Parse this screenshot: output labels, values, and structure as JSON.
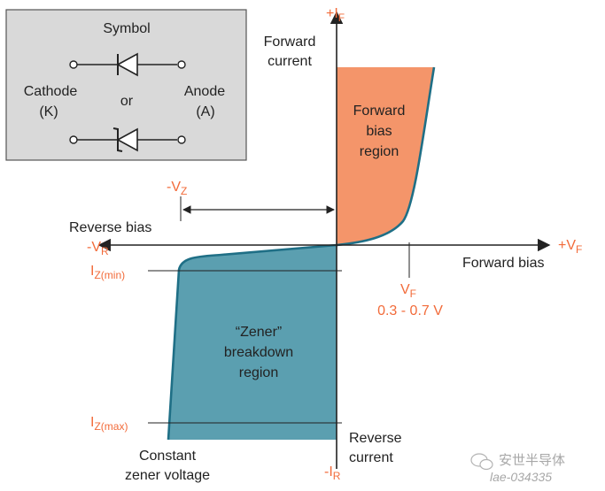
{
  "symbol_box": {
    "title": "Symbol",
    "cathode": "Cathode",
    "cathode_k": "(K)",
    "or": "or",
    "anode": "Anode",
    "anode_a": "(A)"
  },
  "axes": {
    "pos_y_prefix": "+I",
    "pos_y_sub": "F",
    "forward_current_1": "Forward",
    "forward_current_2": "current",
    "pos_x_prefix": "+V",
    "pos_x_sub": "F",
    "forward_bias": "Forward bias",
    "neg_x_prefix": "-V",
    "neg_x_sub": "R",
    "reverse_bias": "Reverse bias",
    "neg_y_prefix": "-I",
    "neg_y_sub": "R",
    "reverse_current_1": "Reverse",
    "reverse_current_2": "current"
  },
  "labels": {
    "vz_prefix": "-V",
    "vz_sub": "Z",
    "izmin_prefix": "I",
    "izmin_sub": "Z(min)",
    "izmax_prefix": "I",
    "izmax_sub": "Z(max)",
    "vf_prefix": "V",
    "vf_sub": "F",
    "vf_range": "0.3 - 0.7 V",
    "forward_region_1": "Forward",
    "forward_region_2": "bias",
    "forward_region_3": "region",
    "zener_region_1": "“Zener”",
    "zener_region_2": "breakdown",
    "zener_region_3": "region",
    "constant_1": "Constant",
    "constant_2": "zener voltage"
  },
  "watermark": {
    "line1": "安世半导体",
    "line2": "lae-034335"
  },
  "colors": {
    "forward_region": "#f4956a",
    "zener_region": "#5b9fb0",
    "curve": "#1f6f86",
    "accent_text": "#f26b3a",
    "symbol_box_bg": "#d9d9d9"
  },
  "icons": {
    "diode_symbol": "diode-symbol-icon",
    "zener_symbol": "zener-diode-symbol-icon",
    "watermark": "wechat-icon"
  }
}
